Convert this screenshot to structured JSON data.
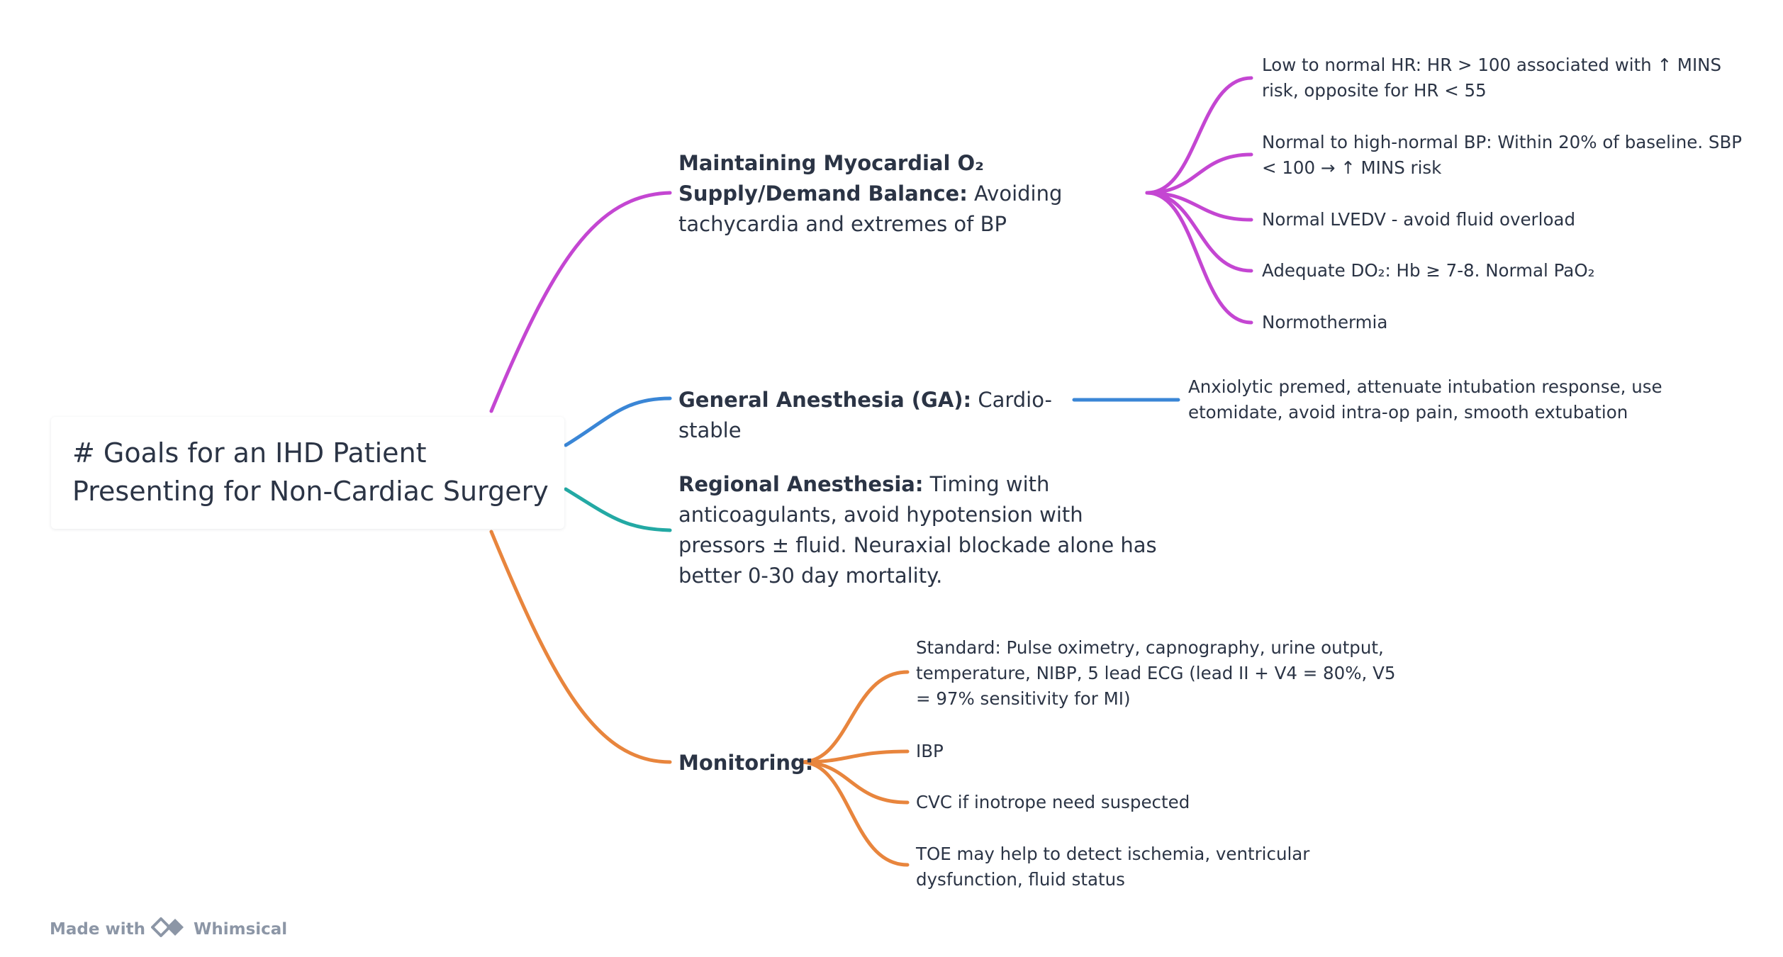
{
  "root": {
    "title": "# Goals for an IHD Patient Presenting for Non-Cardiac Surgery"
  },
  "colors": {
    "purple": "#c446d2",
    "blue": "#3a86d6",
    "teal": "#23a9a4",
    "orange": "#e8853d"
  },
  "branches": {
    "balance": {
      "heading": "Maintaining Myocardial O₂ Supply/Demand Balance:",
      "text": " Avoiding tachycardia and extremes of BP",
      "leaves": [
        "Low to normal HR: HR > 100 associated with ↑ MINS risk, opposite for HR < 55",
        "Normal to high-normal BP: Within 20% of baseline. SBP < 100 → ↑ MINS risk",
        "Normal LVEDV - avoid fluid overload",
        "Adequate DO₂: Hb ≥ 7-8. Normal PaO₂",
        "Normothermia"
      ]
    },
    "ga": {
      "heading": "General Anesthesia (GA):",
      "text": " Cardio-stable",
      "leaves": [
        "Anxiolytic premed, attenuate intubation response, use etomidate, avoid intra-op pain, smooth extubation"
      ]
    },
    "regional": {
      "heading": "Regional Anesthesia:",
      "text": " Timing with anticoagulants, avoid hypotension with pressors ± fluid. Neuraxial blockade alone has better 0-30 day mortality."
    },
    "monitoring": {
      "heading": "Monitoring:",
      "leaves": [
        "Standard: Pulse oximetry, capnography, urine output, temperature, NIBP, 5 lead ECG (lead II + V4 = 80%, V5 = 97% sensitivity for MI)",
        "IBP",
        "CVC if inotrope need suspected",
        "TOE may help to detect ischemia, ventricular dysfunction, fluid status"
      ]
    }
  },
  "footer": {
    "made_with": "Made with",
    "brand": "Whimsical",
    "logo_icon": "whimsical-logo-icon"
  }
}
